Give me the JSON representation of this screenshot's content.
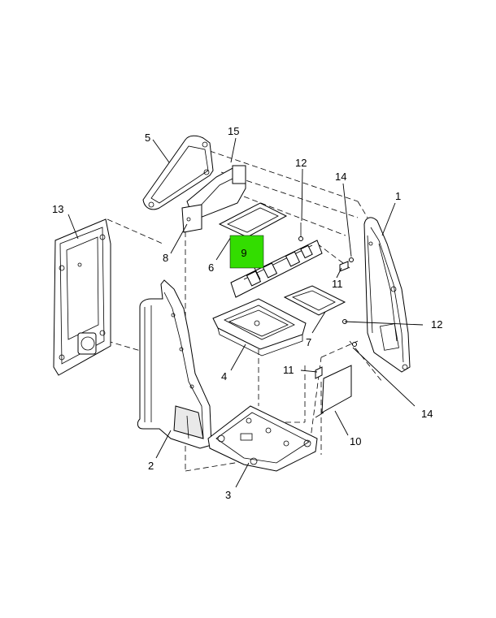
{
  "diagram": {
    "callouts": [
      {
        "id": "c1",
        "text": "1"
      },
      {
        "id": "c2",
        "text": "2"
      },
      {
        "id": "c3",
        "text": "3"
      },
      {
        "id": "c4",
        "text": "4"
      },
      {
        "id": "c5",
        "text": "5"
      },
      {
        "id": "c6",
        "text": "6"
      },
      {
        "id": "c7",
        "text": "7"
      },
      {
        "id": "c8",
        "text": "8"
      },
      {
        "id": "c10",
        "text": "10"
      },
      {
        "id": "c11a",
        "text": "11"
      },
      {
        "id": "c11b",
        "text": "11"
      },
      {
        "id": "c12a",
        "text": "12"
      },
      {
        "id": "c12b",
        "text": "12"
      },
      {
        "id": "c13",
        "text": "13"
      },
      {
        "id": "c14a",
        "text": "14"
      },
      {
        "id": "c14b",
        "text": "14"
      },
      {
        "id": "c15",
        "text": "15"
      }
    ],
    "highlight": {
      "text": "9",
      "color": "#33dd00"
    },
    "colors": {
      "line": "#000000",
      "background": "#ffffff",
      "shade": "#e9e9e9"
    }
  }
}
